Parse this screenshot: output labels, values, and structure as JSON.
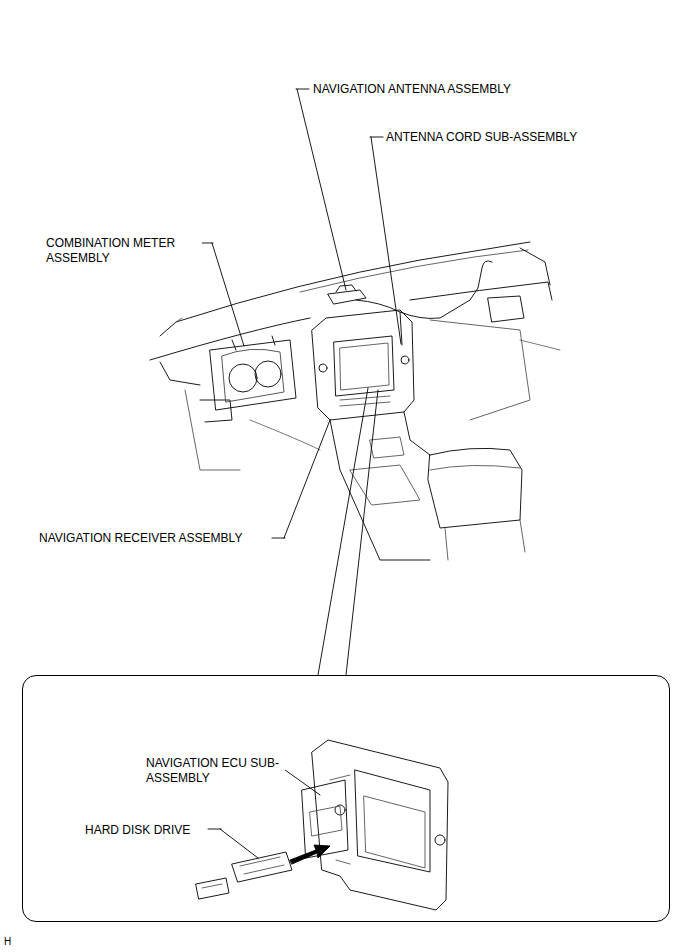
{
  "diagram": {
    "nodes": [
      {
        "text": [
          "NAVIGATION ECU SUB-ASSEMBLY",
          "HARD DISK DRIVE"
        ]
      }
    ],
    "labels": [
      "NAVIGATION ANTENNA ASSEMBLY",
      "ANTENNA CORD SUB-ASSEMBLY",
      "COMBINATION METER ASSEMBLY",
      "NAVIGATION RECEIVER ASSEMBLY",
      "H"
    ]
  }
}
